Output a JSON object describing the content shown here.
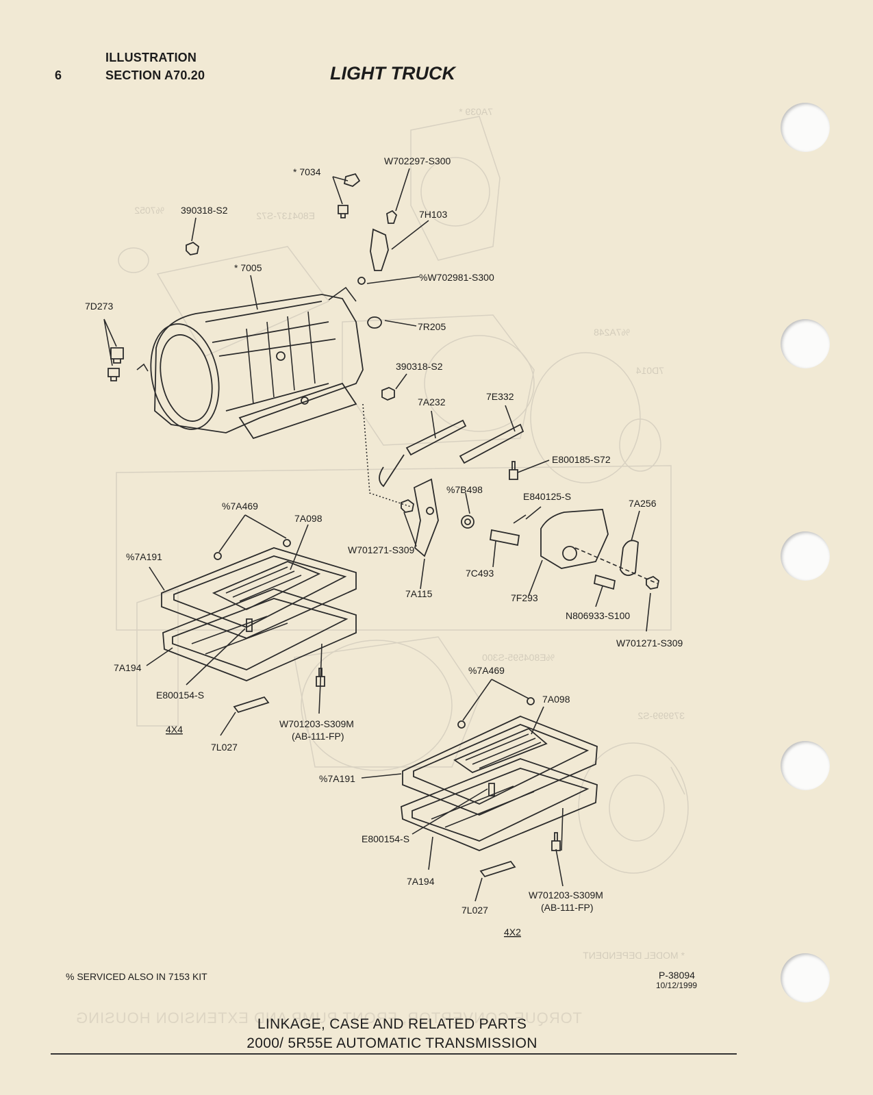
{
  "header": {
    "page_number": "6",
    "illustration_label": "ILLUSTRATION",
    "section_label": "SECTION A70.20",
    "title": "LIGHT TRUCK"
  },
  "callouts": {
    "c7034": "* 7034",
    "w702297": "W702297-S300",
    "c7h103": "7H103",
    "c390318a": "390318-S2",
    "c7005": "* 7005",
    "c7d273": "7D273",
    "w702981": "%W702981-S300",
    "c7r205": "7R205",
    "c390318b": "390318-S2",
    "c7a232": "7A232",
    "c7e332": "7E332",
    "e800185": "E800185-S72",
    "c7b498": "%7B498",
    "e840125": "E840125-S",
    "c7a256": "7A256",
    "c7a469a": "%7A469",
    "c7a098a": "7A098",
    "w701271a": "W701271-S309",
    "c7a191a": "%7A191",
    "c7c493": "7C493",
    "c7a115": "7A115",
    "c7f293": "7F293",
    "n806933": "N806933-S100",
    "w701271b": "W701271-S309",
    "c7a194a": "7A194",
    "e800154a": "E800154-S",
    "w701203a": "W701203-S309M",
    "ab111a": "(AB-111-FP)",
    "c4x4": "4X4",
    "c7l027a": "7L027",
    "c7a469b": "%7A469",
    "c7a098b": "7A098",
    "c7a191b": "%7A191",
    "e800154b": "E800154-S",
    "c7a194b": "7A194",
    "w701203b": "W701203-S309M",
    "ab111b": "(AB-111-FP)",
    "c7l027b": "7L027",
    "c4x2": "4X2"
  },
  "footer": {
    "note": "%  SERVICED ALSO IN 7153 KIT",
    "part_number": "P-38094",
    "date": "10/12/1999",
    "caption_line1": "LINKAGE, CASE AND RELATED PARTS",
    "caption_line2": "2000/ 5R55E AUTOMATIC TRANSMISSION",
    "bleed_through": "TORQUE CONVERTOR, FRONT PUMP AND EXTENSION HOUSING"
  }
}
